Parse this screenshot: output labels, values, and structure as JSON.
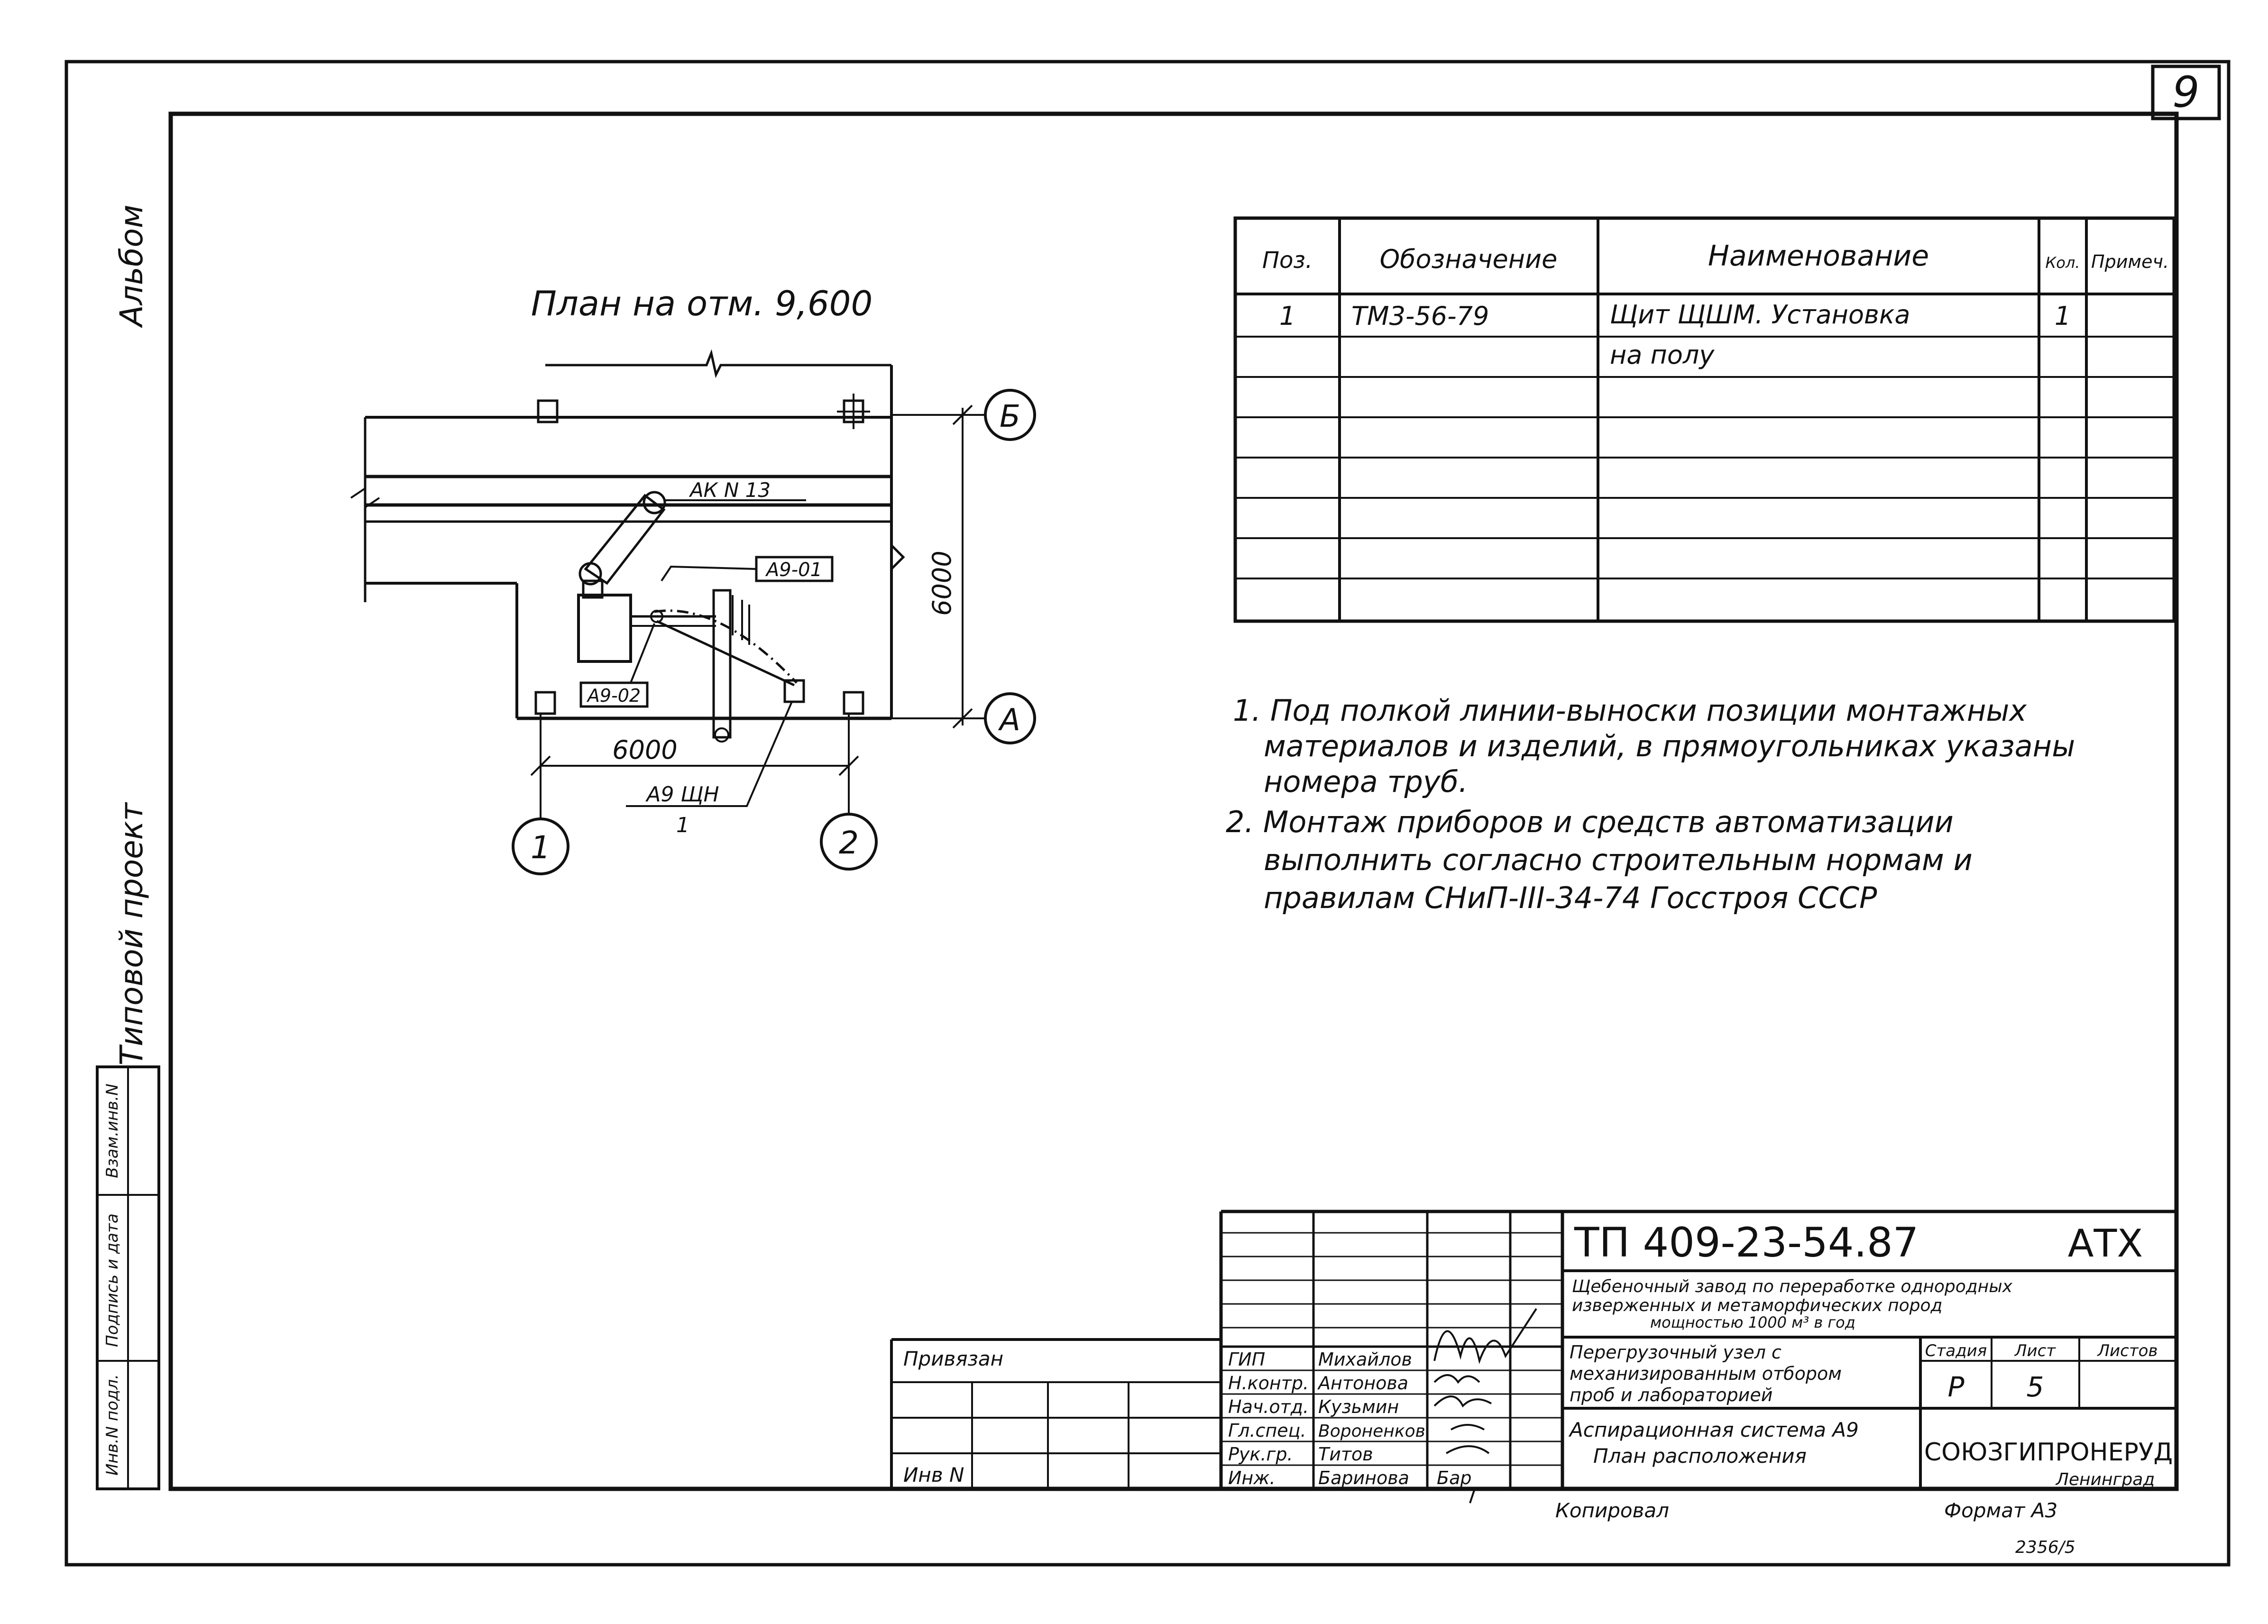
{
  "sheet_number": "9",
  "left_margin": {
    "album": "Альбом",
    "project_type": "Типовой проект",
    "stamp_columns": [
      "Инв.N подл.",
      "Подпись и дата",
      "Взам.инв.N"
    ]
  },
  "drawing": {
    "title": "План на отм. 9,600",
    "axis_b": "Б",
    "axis_a": "А",
    "axis_1": "1",
    "axis_2": "2",
    "dim_vertical": "6000",
    "dim_horizontal": "6000",
    "label_ak13": "АК N 13",
    "tag_a901": "А9-01",
    "tag_a902": "А9-02",
    "tag_shchn": "А9 ЩН",
    "tag_shchn_pos": "1"
  },
  "spec_table": {
    "headers": [
      "Поз.",
      "Обозначение",
      "Наименование",
      "Кол.",
      "Примеч."
    ],
    "rows": [
      [
        "1",
        "ТМ3-56-79",
        "Щит ЩШМ. Установка",
        "1",
        ""
      ],
      [
        "",
        "",
        "на полу",
        "",
        ""
      ],
      [
        "",
        "",
        "",
        "",
        ""
      ],
      [
        "",
        "",
        "",
        "",
        ""
      ],
      [
        "",
        "",
        "",
        "",
        ""
      ],
      [
        "",
        "",
        "",
        "",
        ""
      ],
      [
        "",
        "",
        "",
        "",
        ""
      ],
      [
        "",
        "",
        "",
        "",
        ""
      ]
    ]
  },
  "notes": [
    "1. Под полкой линии-выноски позиции монтажных",
    "материалов и изделий, в прямоугольниках указаны",
    "номера труб.",
    "2. Монтаж приборов и средств автоматизации",
    "выполнить согласно строительным нормам и",
    "правилам СНиП-III-34-74 Госстроя СССР"
  ],
  "title_block": {
    "doc_code": "ТП 409-23-54.87",
    "doc_mark": "АТХ",
    "project_name_1": "Щебеночный завод по переработке однородных",
    "project_name_2": "изверженных и метаморфических пород",
    "project_name_3": "мощностью 1000 м³ в год",
    "object_1": "Перегрузочный узел с",
    "object_2": "механизированным отбором",
    "object_3": "проб и лабораторией",
    "sheet_title_1": "Аспирационная система А9",
    "sheet_title_2": "План расположения",
    "stage_label": "Стадия",
    "sheet_label": "Лист",
    "sheets_label": "Листов",
    "stage": "Р",
    "sheet": "5",
    "sheets": "",
    "organization": "СОЮЗГИПРОНЕРУД",
    "city": "Ленинград",
    "privyazan": "Привязан",
    "inv_no": "Инв N",
    "signers": [
      {
        "role": "ГИП",
        "name": "Михайлов"
      },
      {
        "role": "Н.контр.",
        "name": "Антонова"
      },
      {
        "role": "Нач.отд.",
        "name": "Кузьмин"
      },
      {
        "role": "Гл.спец.",
        "name": "Вороненков"
      },
      {
        "role": "Рук.гр.",
        "name": "Титов"
      },
      {
        "role": "Инж.",
        "name": "Баринова"
      }
    ],
    "inzh_sign_text": "Бар"
  },
  "footer": {
    "copied": "Копировал",
    "format": "Формат А3",
    "order_no": "2356/5"
  }
}
